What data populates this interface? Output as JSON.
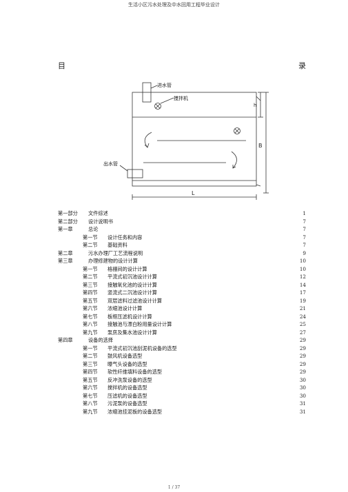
{
  "header": {
    "title": "生活小区污水处理及中水回用工程毕业设计"
  },
  "toc_heading": {
    "left": "目",
    "right": "录"
  },
  "diagram": {
    "inlet_label": "进水管",
    "mixer_label": "搅拌机",
    "outlet_label": "出水管",
    "dim_h": "h",
    "dim_b": "B",
    "dim_l": "L"
  },
  "toc": [
    {
      "level": 1,
      "num": "第一部分",
      "title": "文件综述",
      "page": "1"
    },
    {
      "level": 1,
      "num": "第二部分",
      "title": "设计说明书",
      "page": "7"
    },
    {
      "level": 1,
      "num": "第一章",
      "title": "总论",
      "page": "7"
    },
    {
      "level": 2,
      "num": "第一节",
      "title": "设计任务和内容",
      "page": "7"
    },
    {
      "level": 2,
      "num": "第二节",
      "title": "基础资料",
      "page": "7"
    },
    {
      "level": 1,
      "num": "第二章",
      "title": "污水办理厂工艺流程说明",
      "page": "9"
    },
    {
      "level": 1,
      "num": "第三章",
      "title": "办理修建物的设计计算",
      "page": "10"
    },
    {
      "level": 2,
      "num": "第一节",
      "title": "格栅间的设计计算",
      "page": "10"
    },
    {
      "level": 2,
      "num": "第二节",
      "title": "平流式初沉池设计计算",
      "page": "12"
    },
    {
      "level": 2,
      "num": "第三节",
      "title": "接触氧化池的设计计算",
      "page": "14"
    },
    {
      "level": 2,
      "num": "第四节",
      "title": "竖流式二沉池设计计算",
      "page": "17"
    },
    {
      "level": 2,
      "num": "第五节",
      "title": "双层滤料过滤池设计计算",
      "page": "19"
    },
    {
      "level": 2,
      "num": "第六节",
      "title": "浓缩池设计计算",
      "page": "21"
    },
    {
      "level": 2,
      "num": "第七节",
      "title": "板框压滤机设计计算",
      "page": "24"
    },
    {
      "level": 2,
      "num": "第八节",
      "title": "接触池与漂白粉用量设计计算",
      "page": "25"
    },
    {
      "level": 2,
      "num": "第九节",
      "title": "泵房及集水池设计计算",
      "page": "27"
    },
    {
      "level": 1,
      "num": "第四章",
      "title": "设备的选择",
      "page": "29"
    },
    {
      "level": 2,
      "num": "第一节",
      "title": "平流式初沉池刮泥机设备的选型",
      "page": "29"
    },
    {
      "level": 2,
      "num": "第二节",
      "title": "鼓风机设备选型",
      "page": "29"
    },
    {
      "level": 2,
      "num": "第三节",
      "title": "曝气头设备的选型",
      "page": "29"
    },
    {
      "level": 2,
      "num": "第四节",
      "title": "软性纤维填料设备的选型",
      "page": "29"
    },
    {
      "level": 2,
      "num": "第五节",
      "title": "反冲洗泵设备的选型",
      "page": "30"
    },
    {
      "level": 2,
      "num": "第六节",
      "title": "搅拌机的设备选型",
      "page": "30"
    },
    {
      "level": 2,
      "num": "第七节",
      "title": "压滤机的设备选型",
      "page": "30"
    },
    {
      "level": 2,
      "num": "第八节",
      "title": "污泥泵的设备选型",
      "page": "31"
    },
    {
      "level": 2,
      "num": "第九节",
      "title": "浓缩池挂泥板的设备选型",
      "page": "31"
    }
  ],
  "footer": {
    "page": "1 / 37"
  }
}
